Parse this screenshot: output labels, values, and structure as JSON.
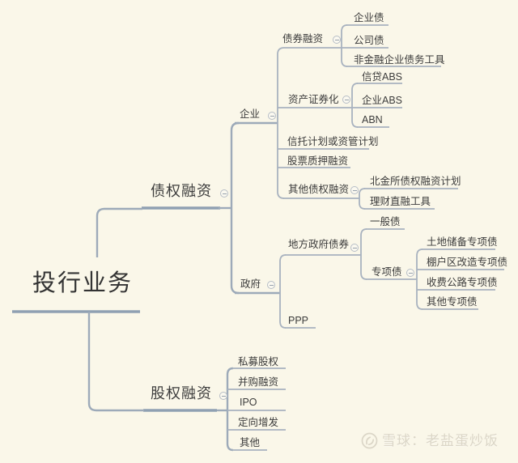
{
  "colors": {
    "background": "#FAF7E9",
    "line_primary": "#8FA0B2",
    "line_secondary": "#9DAAB9",
    "line_tertiary": "#A8B2BF",
    "text": "#3C3C3C",
    "watermark": "#DBD6C7"
  },
  "collapse_symbol": "minus",
  "tree": {
    "label": "投行业务",
    "children": [
      {
        "label": "债权融资",
        "children": [
          {
            "label": "企业",
            "children": [
              {
                "label": "债券融资",
                "children": [
                  {
                    "label": "企业债"
                  },
                  {
                    "label": "公司债"
                  },
                  {
                    "label": "非金融企业债务工具"
                  }
                ]
              },
              {
                "label": "资产证券化",
                "children": [
                  {
                    "label": "信贷ABS"
                  },
                  {
                    "label": "企业ABS"
                  },
                  {
                    "label": "ABN"
                  }
                ]
              },
              {
                "label": "信托计划或资管计划"
              },
              {
                "label": "股票质押融资"
              },
              {
                "label": "其他债权融资",
                "children": [
                  {
                    "label": "北金所债权融资计划"
                  },
                  {
                    "label": "理财直融工具"
                  }
                ]
              }
            ]
          },
          {
            "label": "政府",
            "children": [
              {
                "label": "地方政府债券",
                "children": [
                  {
                    "label": "一般债"
                  },
                  {
                    "label": "专项债",
                    "children": [
                      {
                        "label": "土地储备专项债"
                      },
                      {
                        "label": "棚户区改造专项债"
                      },
                      {
                        "label": "收费公路专项债"
                      },
                      {
                        "label": "其他专项债"
                      }
                    ]
                  }
                ]
              },
              {
                "label": "PPP"
              }
            ]
          }
        ]
      },
      {
        "label": "股权融资",
        "children": [
          {
            "label": "私募股权"
          },
          {
            "label": "并购融资"
          },
          {
            "label": "IPO"
          },
          {
            "label": "定向增发"
          },
          {
            "label": "其他"
          }
        ]
      }
    ]
  },
  "watermark": {
    "logo": "xueqiu-logo",
    "text": "雪球：老盐蛋炒饭"
  }
}
